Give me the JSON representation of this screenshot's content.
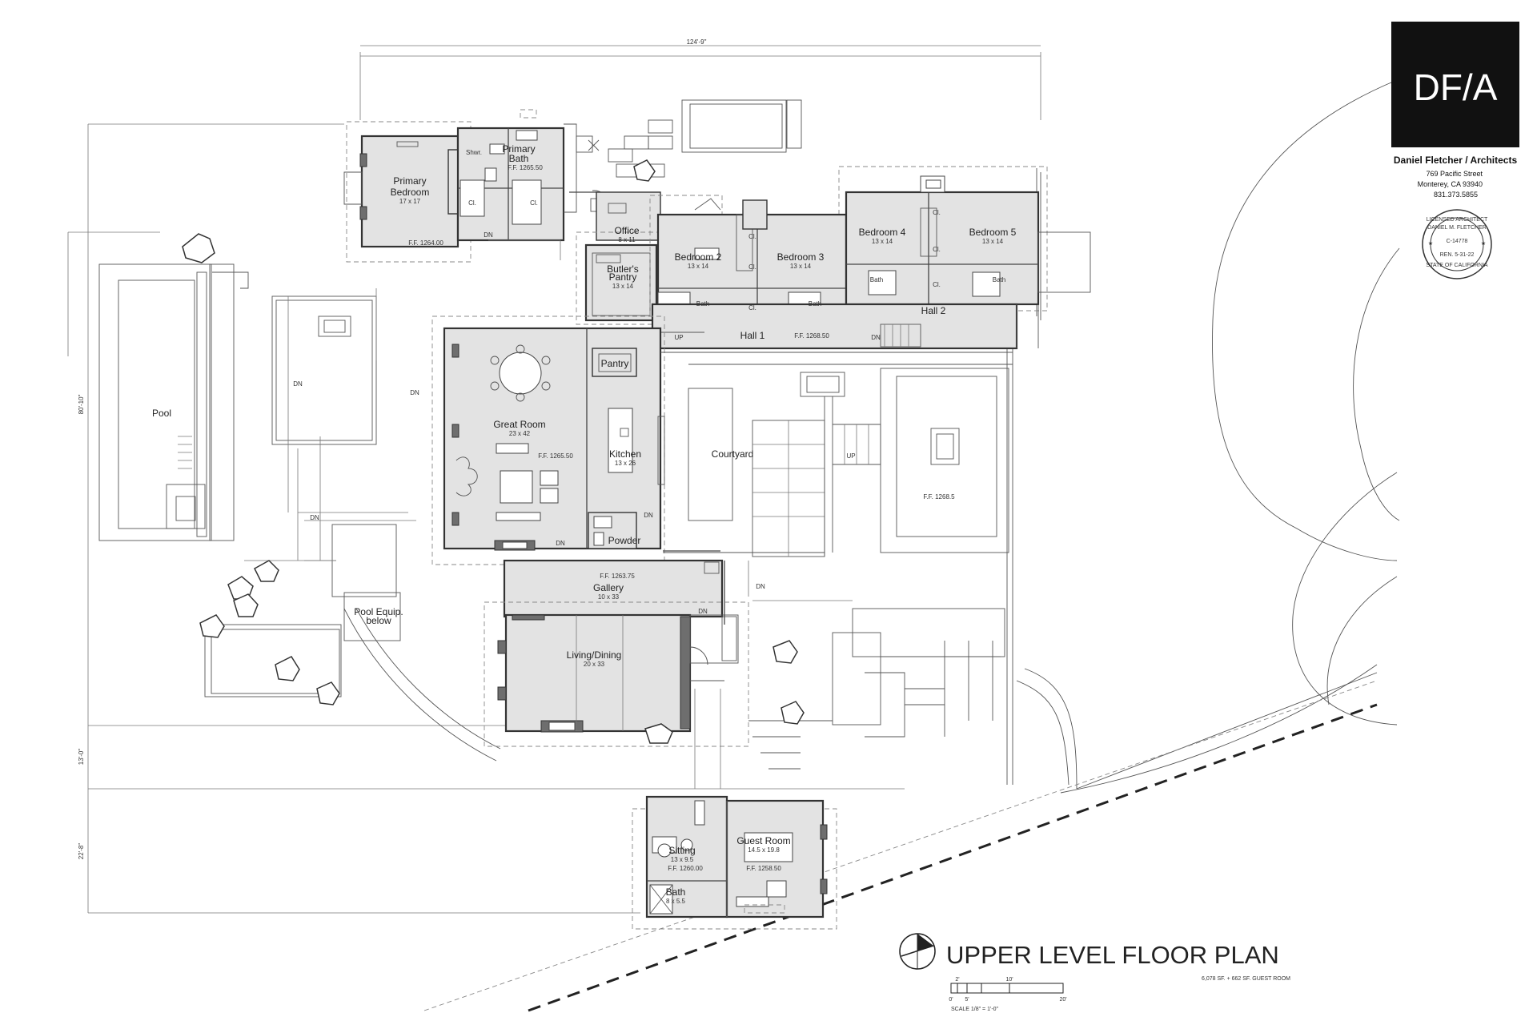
{
  "logo": {
    "text": "DF/A"
  },
  "firm": {
    "name": "Daniel Fletcher / Architects",
    "street": "769 Pacific Street",
    "city": "Monterey, CA 93940",
    "phone": "831.373.5855"
  },
  "seal": {
    "top": "LICENSED ARCHITECT",
    "name": "DANIEL M. FLETCHER",
    "number": "C-14778",
    "renewal": "REN. 5-31-22",
    "bottom": "STATE OF CALIFORNIA"
  },
  "title": "UPPER LEVEL FLOOR PLAN",
  "area_note": "6,078 SF. + 662 SF. GUEST ROOM",
  "scale": {
    "label": "SCALE 1/8\" = 1'-0\"",
    "ticks": [
      "0'",
      "2'",
      "5'",
      "10'",
      "20'"
    ]
  },
  "dimensions": {
    "top": "124'-9\"",
    "left_upper": "80'-10\"",
    "left_mid": "13'-0\"",
    "left_lower": "22'-8\""
  },
  "rooms": {
    "primary_bedroom": {
      "name": "Primary",
      "name2": "Bedroom",
      "size": "17 x 17",
      "ff": "F.F.   1264.00"
    },
    "primary_bath": {
      "name": "Primary",
      "name2": "Bath",
      "ff": "F.F.   1265.50",
      "shower": "Shwr."
    },
    "office": {
      "name": "Office",
      "size": "8 x 11"
    },
    "butlers_pantry": {
      "name": "Butler's",
      "name2": "Pantry",
      "size": "13 x 14"
    },
    "bedroom2": {
      "name": "Bedroom 2",
      "size": "13 x 14"
    },
    "bedroom3": {
      "name": "Bedroom 3",
      "size": "13 x 14"
    },
    "bedroom4": {
      "name": "Bedroom 4",
      "size": "13 x 14"
    },
    "bedroom5": {
      "name": "Bedroom 5",
      "size": "13 x 14"
    },
    "hall1": {
      "name": "Hall 1",
      "ff": "F.F.   1268.50"
    },
    "hall2": {
      "name": "Hall 2"
    },
    "pool": {
      "name": "Pool"
    },
    "great_room": {
      "name": "Great Room",
      "size": "23 x 42",
      "ff": "F.F.   1265.50"
    },
    "pantry": {
      "name": "Pantry"
    },
    "kitchen": {
      "name": "Kitchen",
      "size": "13 x 26"
    },
    "powder": {
      "name": "Powder"
    },
    "courtyard": {
      "name": "Courtyard"
    },
    "terrace": {
      "ff": "F.F.   1268.5"
    },
    "gallery": {
      "name": "Gallery",
      "size": "10 x 33",
      "ff": "F.F.   1263.75"
    },
    "pool_equip": {
      "name": "Pool Equip.",
      "name2": "below"
    },
    "living_dining": {
      "name": "Living/Dining",
      "size": "20 x 33"
    },
    "sitting": {
      "name": "Sitting",
      "size": "13 x 9.5",
      "ff": "F.F.   1260.00"
    },
    "guest_room": {
      "name": "Guest Room",
      "size": "14.5 x 19.8",
      "ff": "F.F.   1258.50"
    },
    "guest_bath": {
      "name": "Bath",
      "size": "8 x 5.5"
    }
  },
  "notes": {
    "closet": "Cl.",
    "bath": "Bath",
    "dn": "DN",
    "up": "UP"
  }
}
